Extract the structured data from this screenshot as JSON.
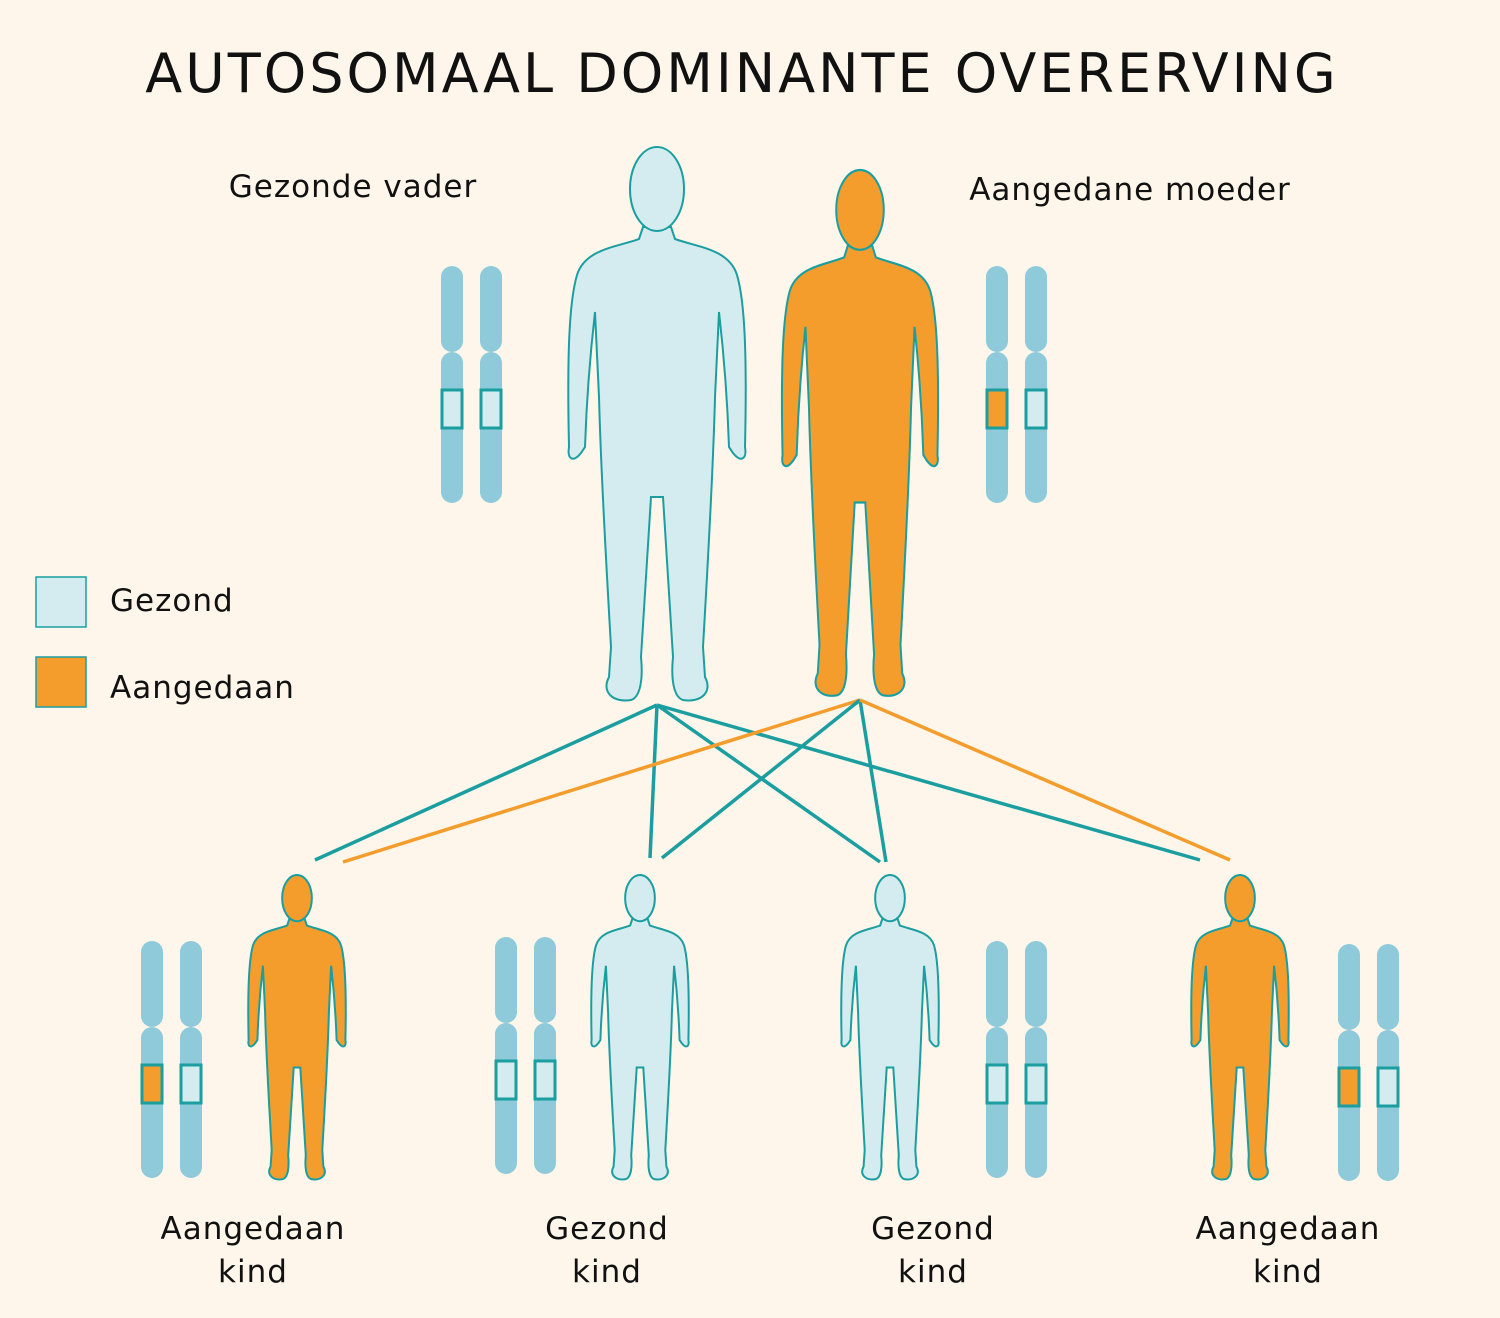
{
  "title": "AUTOSOMAAL DOMINANTE OVERERVING",
  "colors": {
    "background": "#fef6ea",
    "healthy": "#d4ecef",
    "affected": "#f49d2d",
    "outline": "#1a9ea0",
    "chromosome": "#8ecad9"
  },
  "legend": [
    {
      "label": "Gezond",
      "status": "healthy"
    },
    {
      "label": "Aangedaan",
      "status": "affected"
    }
  ],
  "parents": [
    {
      "label": "Gezonde vader",
      "status": "healthy",
      "alleles": [
        "healthy",
        "healthy"
      ]
    },
    {
      "label": "Aangedane moeder",
      "status": "affected",
      "alleles": [
        "affected",
        "healthy"
      ]
    }
  ],
  "children": [
    {
      "line1": "Aangedaan",
      "line2": "kind",
      "status": "affected",
      "alleles": [
        "affected",
        "healthy"
      ]
    },
    {
      "line1": "Gezond",
      "line2": "kind",
      "status": "healthy",
      "alleles": [
        "healthy",
        "healthy"
      ]
    },
    {
      "line1": "Gezond",
      "line2": "kind",
      "status": "healthy",
      "alleles": [
        "healthy",
        "healthy"
      ]
    },
    {
      "line1": "Aangedaan",
      "line2": "kind",
      "status": "affected",
      "alleles": [
        "affected",
        "healthy"
      ]
    }
  ]
}
